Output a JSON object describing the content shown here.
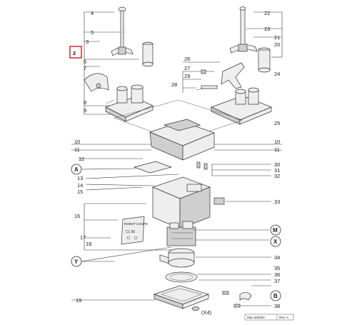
{
  "highlighted_callout": "2",
  "highlight_color": "#d9363e",
  "callouts_left": [
    "4",
    "5",
    "3",
    "2",
    "6",
    "7",
    "8",
    "9",
    "10",
    "11",
    "12",
    "13",
    "14",
    "15",
    "16",
    "17",
    "18",
    "19"
  ],
  "callouts_right": [
    "22",
    "23",
    "21",
    "20",
    "24",
    "25",
    "10",
    "11",
    "30",
    "31",
    "32",
    "33",
    "34",
    "35",
    "36",
    "37",
    "38"
  ],
  "callouts_center": [
    "26",
    "27",
    "29",
    "28"
  ],
  "circle_refs": [
    "A",
    "M",
    "X",
    "Y",
    "B"
  ],
  "plate_label_top": "ROBOT COUPE",
  "plate_label_bottom": "CL 50",
  "quantity_note": "(X4)",
  "footer_left": "Mai 16/2002",
  "footer_right": "Rev. A"
}
